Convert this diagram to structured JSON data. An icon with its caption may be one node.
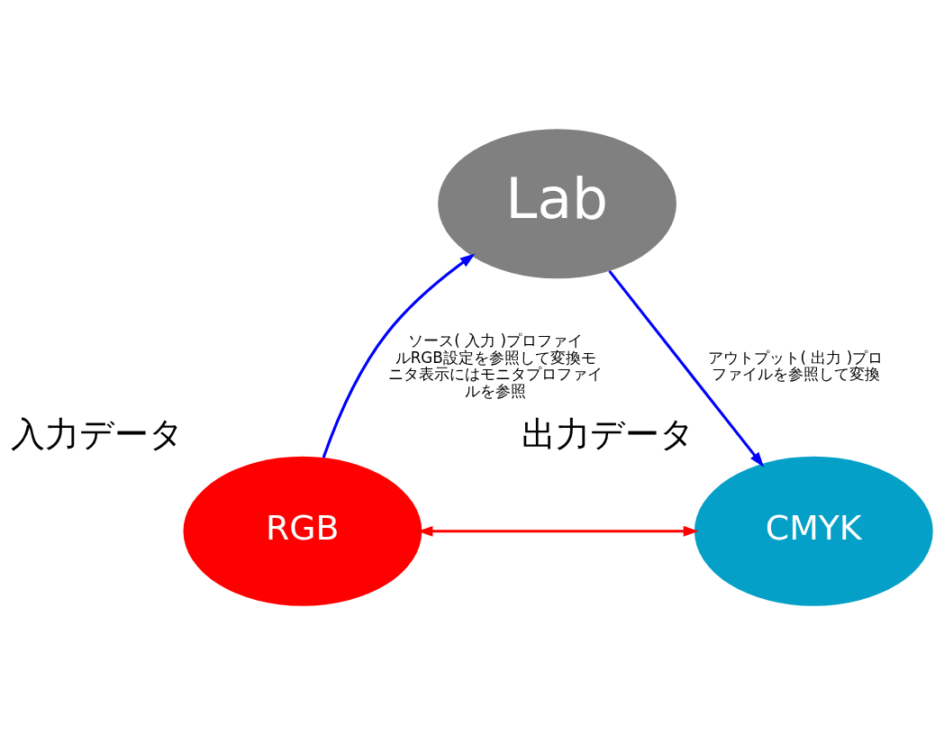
{
  "diagram": {
    "nodes": [
      {
        "text": [
          "Lab"
        ]
      },
      {
        "text": [
          "RGB"
        ],
        "beside": [
          "入力データ"
        ]
      },
      {
        "text": [
          "CMYK"
        ],
        "beside": [
          "出力データ"
        ]
      }
    ],
    "edges": [
      {
        "from": 1,
        "to": 0,
        "arrow": "to",
        "label": "ソース( 入力 )プロファイルRGB設定を参照して変換モニタ表示にはモニタプロファイルを参照"
      },
      {
        "from": 0,
        "to": 2,
        "arrow": "to",
        "label": "アウトプット( 出力 )プロファイルを参照して変換"
      },
      {
        "from": 1,
        "to": 2,
        "arrow": "both",
        "color": "#ff0000"
      }
    ]
  }
}
